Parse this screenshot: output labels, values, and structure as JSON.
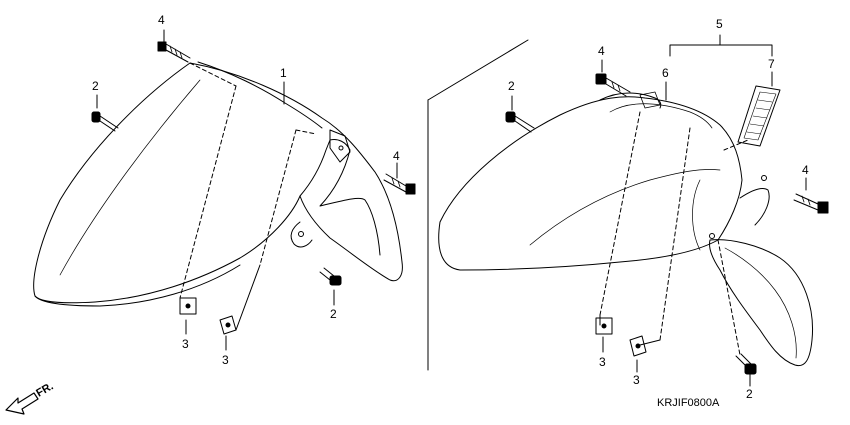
{
  "diagram": {
    "drawing_code": "KRJIF0800A",
    "direction_label": "FR.",
    "left_assembly": {
      "parts": [
        "1",
        "2",
        "2",
        "3",
        "3",
        "4",
        "4"
      ]
    },
    "right_assembly": {
      "parts": [
        "2",
        "2",
        "3",
        "3",
        "4",
        "4",
        "5",
        "6",
        "7"
      ]
    },
    "callouts": {
      "l_part1": "1",
      "l_part2_top": "2",
      "l_part2_bottom": "2",
      "l_part3_left": "3",
      "l_part3_right": "3",
      "l_part4_top": "4",
      "l_part4_right": "4",
      "r_part2_top": "2",
      "r_part2_bottom": "2",
      "r_part3_left": "3",
      "r_part3_right": "3",
      "r_part4_top": "4",
      "r_part4_right": "4",
      "r_part5": "5",
      "r_part6": "6",
      "r_part7": "7"
    }
  }
}
